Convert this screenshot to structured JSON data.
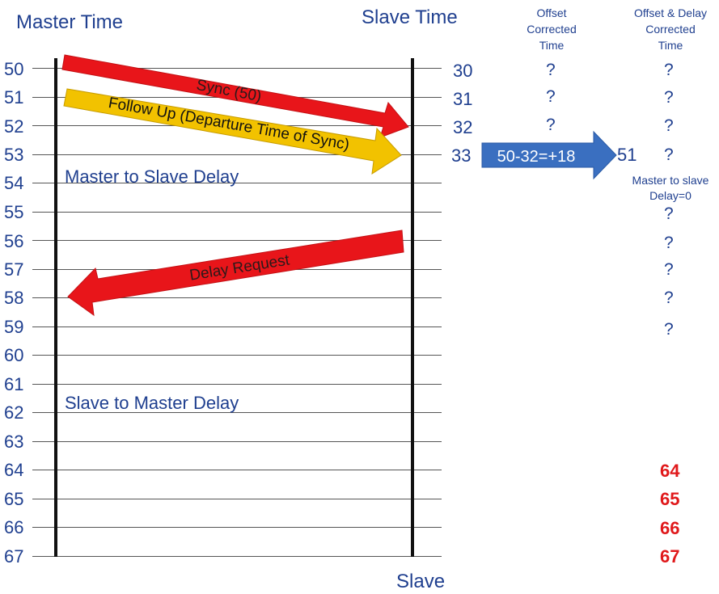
{
  "headers": {
    "master_time": "Master Time",
    "slave_time": "Slave Time",
    "offset_corrected": [
      "Offset",
      "Corrected",
      "Time"
    ],
    "offset_delay_corrected": [
      "Offset & Delay",
      "Corrected",
      "Time"
    ],
    "slave_bottom": "Slave"
  },
  "master_ticks": [
    "50",
    "51",
    "52",
    "53",
    "54",
    "55",
    "56",
    "57",
    "58",
    "59",
    "60",
    "61",
    "62",
    "63",
    "64",
    "65",
    "66",
    "67"
  ],
  "slave_ticks": [
    "30",
    "31",
    "32",
    "33"
  ],
  "offset_col": [
    "?",
    "?",
    "?"
  ],
  "offset_delay_col": [
    "?",
    "?",
    "?",
    "?",
    "?",
    "?",
    "?",
    "?",
    "?"
  ],
  "corrected_red": [
    "64",
    "65",
    "66",
    "67"
  ],
  "arrows": {
    "sync": "Sync (50)",
    "follow_up": "Follow Up (Departure Time of Sync)",
    "delay_request": "Delay Request",
    "offset_calc": "50-32=+18"
  },
  "values": {
    "offset_result": "51",
    "master_to_slave_note": [
      "Master  to slave",
      "Delay=0"
    ]
  },
  "labels": {
    "master_to_slave_delay": "Master to Slave Delay",
    "slave_to_master_delay": "Slave to Master Delay"
  },
  "colors": {
    "text_blue": "#1f3f8f",
    "red_arrow": "#e8151a",
    "yellow_arrow": "#f2c200",
    "blue_arrow": "#3a6fc0",
    "red_value": "#e0191b"
  }
}
